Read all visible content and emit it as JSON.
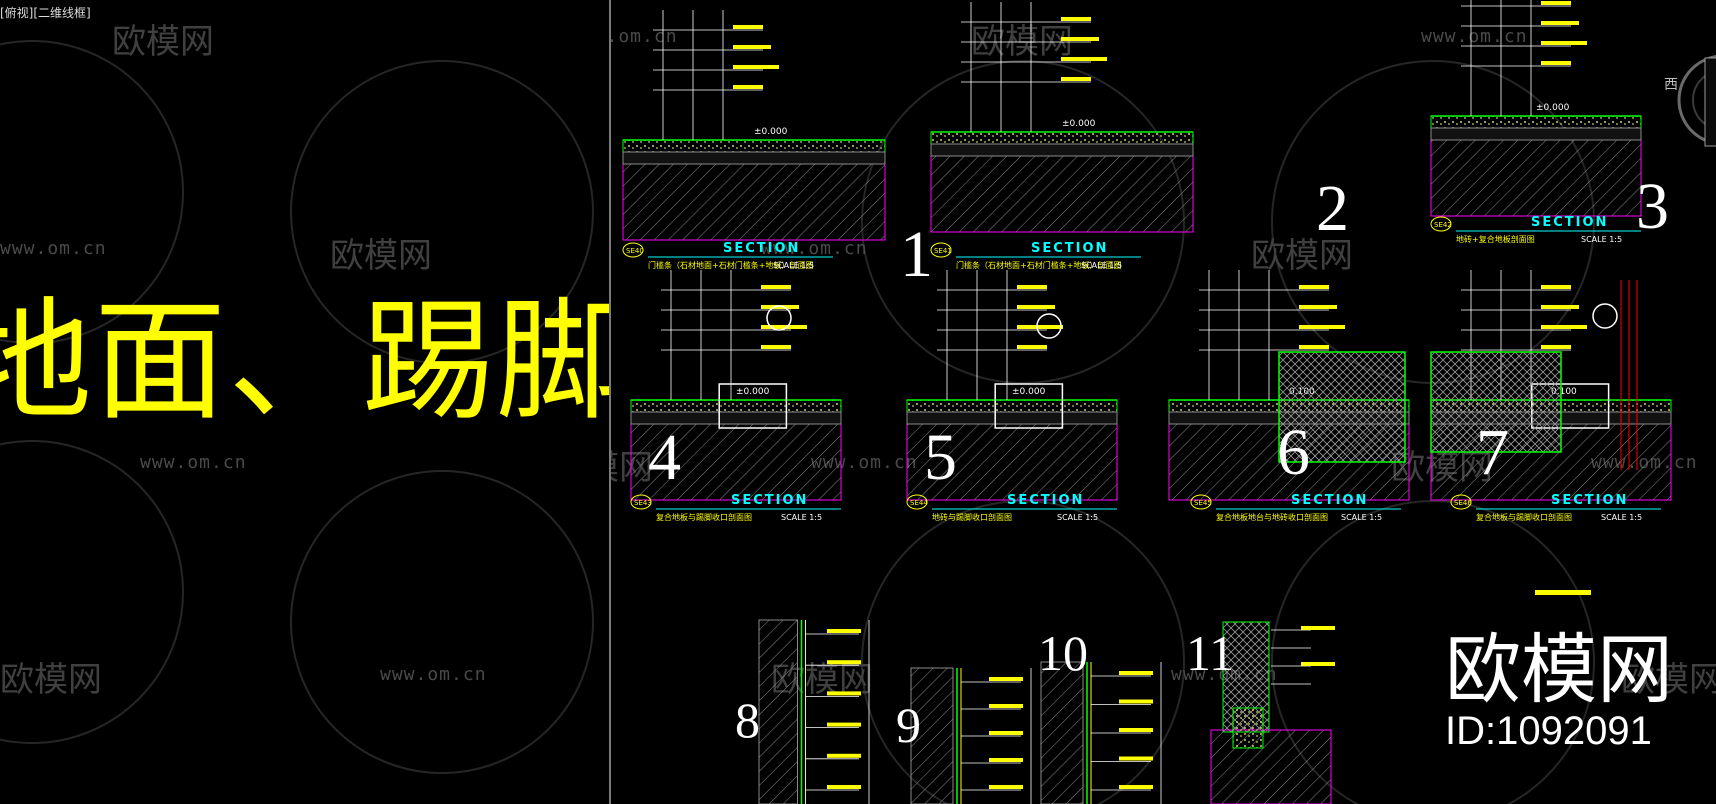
{
  "viewport_left": {
    "label": "[俯视][二维线框]",
    "title_text": "地面、踢脚"
  },
  "watermark": {
    "site": "www.om.cn",
    "logo": "欧模网"
  },
  "drawings": [
    {
      "id": "SE40",
      "number": "1",
      "section_title": "SECTION",
      "caption": "门槛条（石材地面+石材门槛条+地板）剖面图",
      "scale": "SCALE 1:5",
      "level": "±0.000"
    },
    {
      "id": "SE41",
      "number": "2",
      "section_title": "SECTION",
      "caption": "门槛条（石材地面+石材门槛条+地板）剖面图",
      "scale": "SCALE 1:5",
      "level": "±0.000"
    },
    {
      "id": "SE42",
      "number": "3",
      "section_title": "SECTION",
      "caption": "地砖+复合地板剖面图",
      "scale": "SCALE 1:5",
      "level": "±0.000"
    },
    {
      "id": "SE43",
      "number": "4",
      "section_title": "SECTION",
      "caption": "复合地板与踢脚收口剖面图",
      "scale": "SCALE 1:5",
      "level": "±0.000"
    },
    {
      "id": "SE44",
      "number": "5",
      "section_title": "SECTION",
      "caption": "地砖与踢脚收口剖面图",
      "scale": "SCALE 1:5",
      "level": "±0.000"
    },
    {
      "id": "SE45",
      "number": "6",
      "section_title": "SECTION",
      "caption": "复合地板地台与地砖收口剖面图",
      "scale": "SCALE 1:5",
      "level": "0.100"
    },
    {
      "id": "SE46",
      "number": "7",
      "section_title": "SECTION",
      "caption": "复合地板与踢脚收口剖面图",
      "scale": "SCALE 1:5",
      "level": "0.100"
    },
    {
      "id": "D8",
      "number": "8"
    },
    {
      "id": "D9",
      "number": "9"
    },
    {
      "id": "D10",
      "number": "10"
    },
    {
      "id": "D11",
      "number": "11"
    }
  ],
  "brand": {
    "logo": "欧模网",
    "id_text": "ID:1092091"
  },
  "nav_widget": {
    "compass_letter": "西",
    "icon": "viewcube-compass-icon"
  },
  "colors": {
    "background": "#000000",
    "cad_yellow": "#ffff00",
    "cad_green": "#00ff00",
    "cad_cyan": "#00ffff",
    "cad_magenta": "#ff00ff",
    "cad_red": "#ff0000",
    "watermark_gray": "#404040",
    "number_white": "#ffffff"
  }
}
